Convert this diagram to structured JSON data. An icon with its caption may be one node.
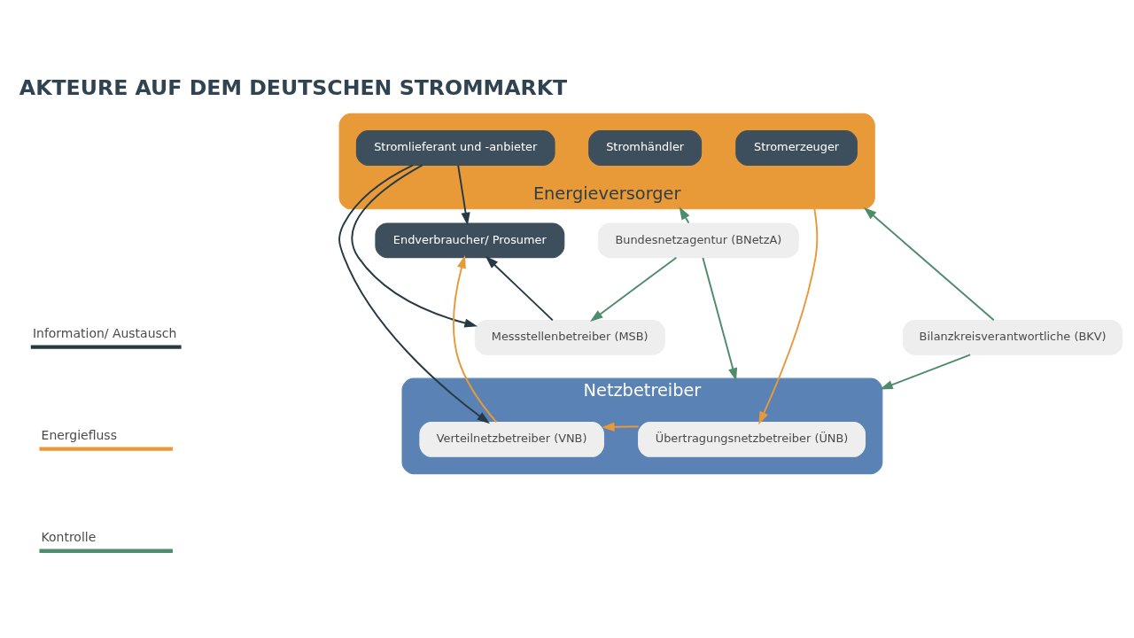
{
  "diagram": {
    "title": "AKTEURE AUF DEM DEUTSCHEN STROMMARKT",
    "nodes": [
      {
        "text": [
          "Energieversorger"
        ]
      },
      {
        "text": [
          "Stromlieferant und -anbieter"
        ],
        "in": 0
      },
      {
        "text": [
          "Stromhändler"
        ],
        "in": 0
      },
      {
        "text": [
          "Stromerzeuger"
        ],
        "in": 0
      },
      {
        "text": [
          "Endverbraucher/ Prosumer"
        ]
      },
      {
        "text": [
          "Bundesnetzagentur (BNetzA)"
        ]
      },
      {
        "text": [
          "Messstellenbetreiber (MSB)"
        ]
      },
      {
        "text": [
          "Bilanzkreisverantwortliche (BKV)"
        ]
      },
      {
        "text": [
          "Netzbetreiber"
        ]
      },
      {
        "text": [
          "Verteilnetzbetreiber (VNB)"
        ],
        "in": 8
      },
      {
        "text": [
          "Übertragungsnetzbetreiber (ÜNB)"
        ],
        "in": 8
      }
    ],
    "edges": [
      {
        "from": 1,
        "to": 4,
        "arrow": "to",
        "color": "#263a44"
      },
      {
        "from": 1,
        "to": 6,
        "arrow": "to",
        "color": "#263a44"
      },
      {
        "from": 1,
        "to": 9,
        "arrow": "to",
        "color": "#263a44"
      },
      {
        "from": 6,
        "to": 4,
        "arrow": "to",
        "color": "#263a44"
      },
      {
        "from": 5,
        "to": 0,
        "arrow": "to",
        "color": "#4e8c6c"
      },
      {
        "from": 7,
        "to": 0,
        "arrow": "to",
        "color": "#4e8c6c"
      },
      {
        "from": 5,
        "to": 6,
        "arrow": "to",
        "color": "#4e8c6c"
      },
      {
        "from": 5,
        "to": 8,
        "arrow": "to",
        "color": "#4e8c6c"
      },
      {
        "from": 7,
        "to": 8,
        "arrow": "to",
        "color": "#4e8c6c"
      },
      {
        "from": 9,
        "to": 4,
        "arrow": "to",
        "color": "#e8993a"
      },
      {
        "from": 0,
        "to": 10,
        "arrow": "to",
        "color": "#e8993a"
      },
      {
        "from": 10,
        "to": 9,
        "arrow": "to",
        "color": "#e8993a"
      }
    ],
    "legend": [
      {
        "text": "Information/ Austausch"
      },
      {
        "text": "Energiefluss"
      },
      {
        "text": "Kontrolle"
      }
    ]
  }
}
